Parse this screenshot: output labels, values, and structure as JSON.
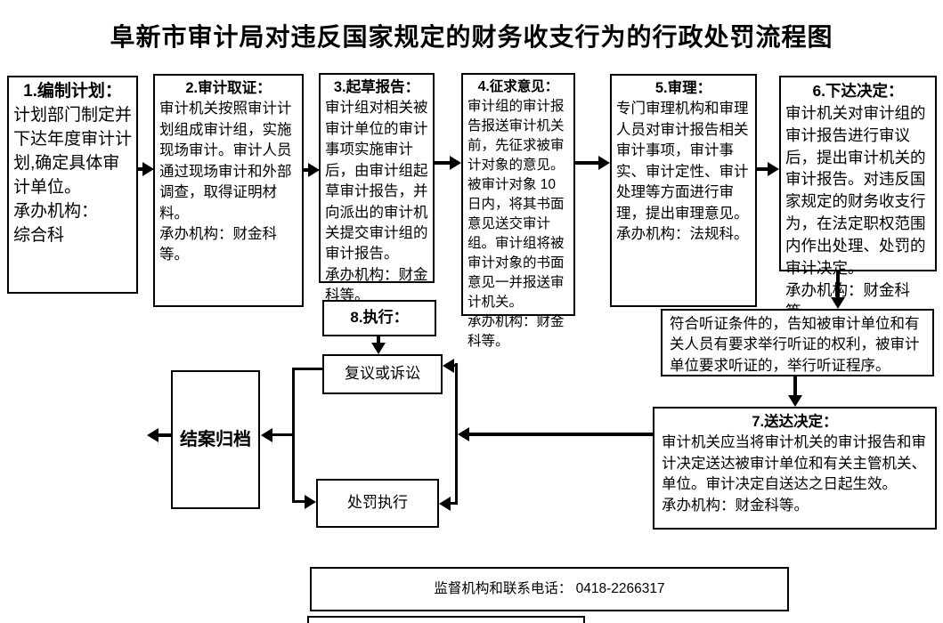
{
  "title": "阜新市审计局对违反国家规定的财务收支行为的行政处罚流程图",
  "steps": {
    "step1": {
      "heading": "1.编制计划：",
      "body": "计划部门制定并下达年度审计计划,确定具体审计单位。\n承办机构：\n综合科"
    },
    "step2": {
      "heading": "2.审计取证：",
      "body": "审计机关按照审计计划组成审计组，实施现场审计。审计人员通过现场审计和外部调查，取得证明材料。\n承办机构：财金科等。"
    },
    "step3": {
      "heading": "3.起草报告：",
      "body": "审计组对相关被审计单位的审计事项实施审计后，由审计组起草审计报告，并向派出的审计机关提交审计组的审计报告。\n承办机构：财金科等。"
    },
    "step4": {
      "heading": "4.征求意见：",
      "body": "审计组的审计报告报送审计机关前，先征求被审计对象的意见。被审计对象 10 日内，将其书面意见送交审计组。审计组将被审计对象的书面意见一并报送审计机关。\n承办机构：财金科等。"
    },
    "step5": {
      "heading": "5.审理：",
      "body": "专门审理机构和审理人员对审计报告相关审计事项，审计事实、审计定性、审计处理等方面进行审理，提出审理意见。\n承办机构：法规科。"
    },
    "step6": {
      "heading": "6.下达决定：",
      "body": "审计机关对审计组的审计报告进行审议后，提出审计机关的审计报告。对违反国家规定的财务收支行为，在法定职权范围内作出处理、处罚的审计决定。\n承办机构：财金科等。"
    },
    "step7": {
      "heading": "7.送达决定：",
      "body": "审计机关应当将审计机关的审计报告和审计决定送达被审计单位和有关主管机关、单位。审计决定自送达之日起生效。\n承办机构：财金科等。"
    },
    "step8": {
      "heading": "8.执行："
    }
  },
  "hearing": {
    "body": "符合听证条件的，告知被审计单位和有关人员有要求举行听证的权利，被审计单位要求听证的，举行听证程序。"
  },
  "nodes": {
    "review": "复议或诉讼",
    "penalty": "处罚执行",
    "archive": "结案归档"
  },
  "footer": {
    "text": "监督机构和联系电话：  0418-2266317"
  },
  "colors": {
    "border": "#000000",
    "text": "#000000",
    "background": "#ffffff"
  }
}
